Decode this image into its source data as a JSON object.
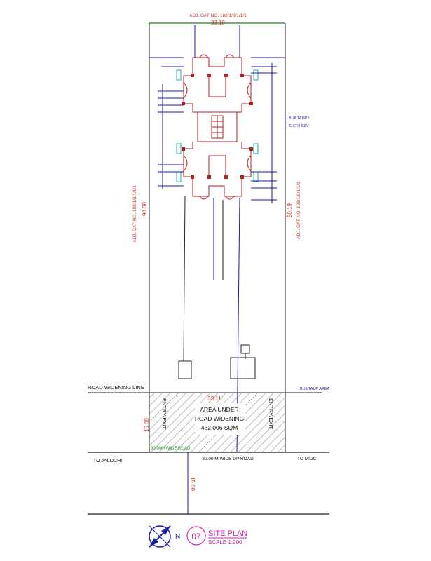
{
  "labels": {
    "adj_top": "ADJ. GAT NO. 188/1/8/1/1/1",
    "width_top": "33.18",
    "adj_left": "ADJ. GAT NO. 188/1/8/1/1/1",
    "length_left": "90.08",
    "adj_right": "ADJ. GAT NO. 188/1/8/1/1/1",
    "length_right": "90.19",
    "builtup_right": "BUILTAUP /",
    "sixth_sev": "SIXTH SEV",
    "road_widening_line": "ROAD WIDENING LINE",
    "builtup_area": "BUILTAUP AREA",
    "width_bottom": "33.11",
    "area_line1": "AREA UNDER",
    "area_line2": "ROAD WIDENING",
    "area_value": "482.006 SQM",
    "entry_exit_left": "ENTRY/EXIT",
    "entry_exit_right": "ENTRY/EXIT",
    "depth_left": "15.00",
    "wide_road_green": "30.00M WIDE ROAD",
    "to_jalochi": "TO JALOCHI",
    "dp_road": "30.00 M WIDE DP ROAD",
    "to_midc": "TO MIDC",
    "road_depth": "15.00",
    "north_mark": "N",
    "drawing_number": "07",
    "title": "SITE PLAN",
    "scale": "SCALE 1:200"
  },
  "colors": {
    "boundary": "#1f1f1f",
    "dimension": "#c0392b",
    "services": "#1a1ab0",
    "title": "#d020b0",
    "road_tag": "#1a9a1a"
  }
}
